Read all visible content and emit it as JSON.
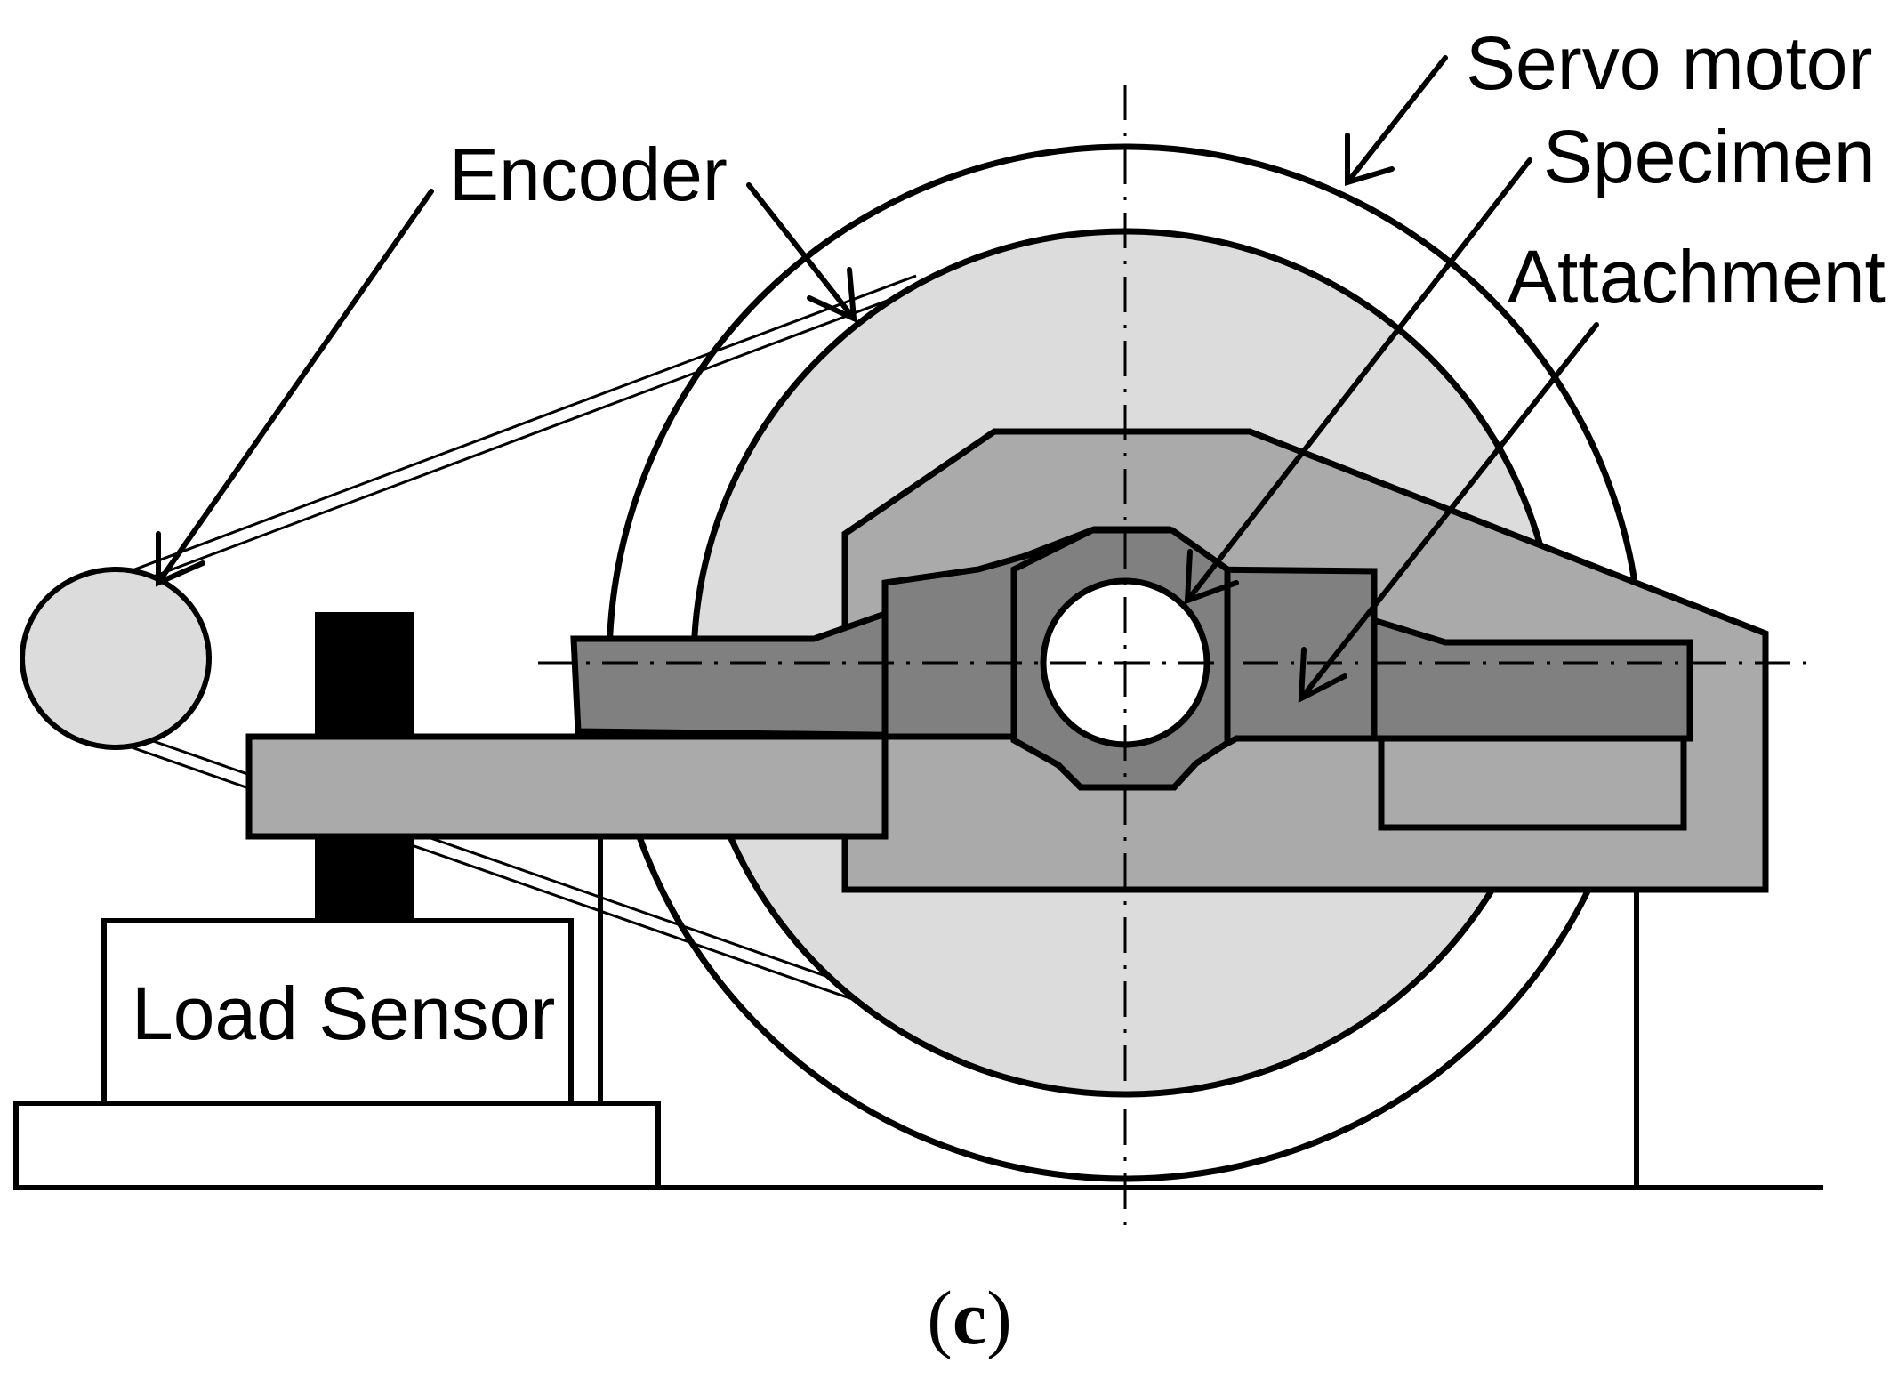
{
  "diagram": {
    "labels": {
      "servo_motor": "Servo motor",
      "specimen": "Specimen",
      "attachment": "Attachment",
      "encoder": "Encoder",
      "load_sensor": "Load Sensor"
    },
    "caption": {
      "open": "(",
      "letter": "c",
      "close": ")"
    }
  },
  "colors": {
    "line": "#000000",
    "disc_fill": "#dcdcdc",
    "attachment_fill": "#aaaaaa",
    "specimen_fill": "#808080",
    "shaft_fill": "#000000",
    "background": "#ffffff"
  }
}
